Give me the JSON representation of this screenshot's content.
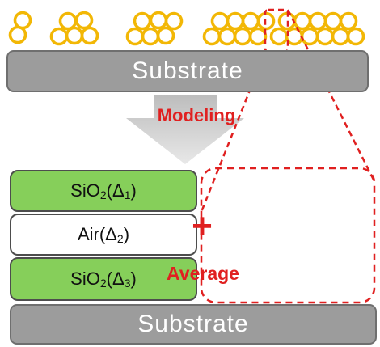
{
  "top": {
    "substrate_label": "Substrate"
  },
  "modeling_label": "Modeling",
  "layers": [
    {
      "base": "SiO",
      "sub": "2",
      "tag": "(Δ",
      "idx": "1",
      "close": ")"
    },
    {
      "base": "Air",
      "sub": "",
      "tag": "(Δ",
      "idx": "2",
      "close": ")"
    },
    {
      "base": "SiO",
      "sub": "2",
      "tag": "(Δ",
      "idx": "3",
      "close": ")"
    }
  ],
  "bottom": {
    "substrate_label": "Substrate"
  },
  "plus_label": "+",
  "average_label": "Average",
  "colors": {
    "nanoparticle": "#f2b705",
    "sio2_fill": "#86cf5a",
    "substrate_fill": "#9c9c9c",
    "highlight_red": "#e02020"
  }
}
